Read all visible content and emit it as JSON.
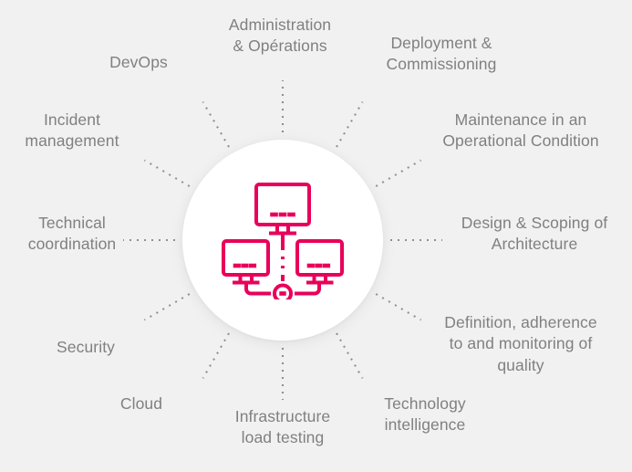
{
  "diagram": {
    "center": {
      "icon_name": "network-of-monitors-icon",
      "accent_color": "#E8005A",
      "circle_color": "#FFFFFF"
    },
    "background_color": "#F1F1F1",
    "label_color": "#808080",
    "connector_color": "#8F8F8F",
    "nodes": [
      {
        "id": "administration-operations",
        "label": "Administration\n& Opérations"
      },
      {
        "id": "deployment-commissioning",
        "label": "Deployment &\nCommissioning"
      },
      {
        "id": "maintenance-operational-condition",
        "label": "Maintenance in an\nOperational Condition"
      },
      {
        "id": "design-scoping-architecture",
        "label": "Design & Scoping of\nArchitecture"
      },
      {
        "id": "definition-adherence-monitoring-quality",
        "label": "Definition, adherence\nto and monitoring of\nquality"
      },
      {
        "id": "technology-intelligence",
        "label": "Technology\nintelligence"
      },
      {
        "id": "infrastructure-load-testing",
        "label": "Infrastructure\nload testing"
      },
      {
        "id": "cloud",
        "label": "Cloud"
      },
      {
        "id": "security",
        "label": "Security"
      },
      {
        "id": "technical-coordination",
        "label": "Technical\ncoordination"
      },
      {
        "id": "incident-management",
        "label": "Incident\nmanagement"
      },
      {
        "id": "devops",
        "label": "DevOps"
      }
    ]
  }
}
